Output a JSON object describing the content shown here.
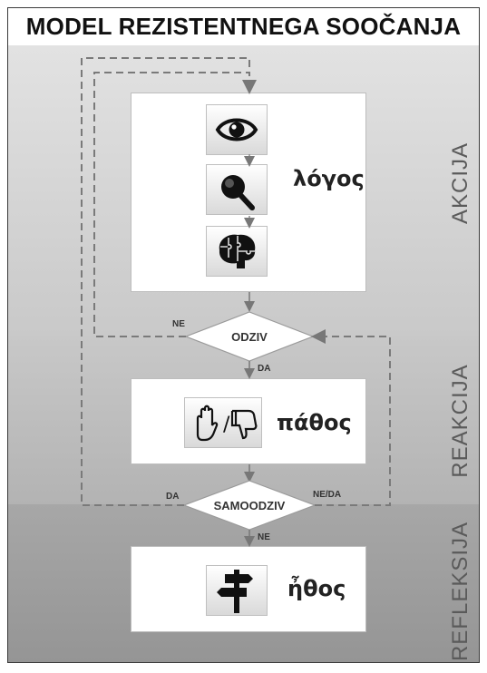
{
  "title": "MODEL REZISTENTNEGA SOOČANJA",
  "bands": {
    "akcija": "AKCIJA",
    "reakcija": "REAKCIJA",
    "refleksija": "REFLEKSIJA"
  },
  "panels": {
    "logos": {
      "label": "λόγος",
      "icons": [
        "eye-icon",
        "magnifier-icon",
        "brain-puzzle-icon"
      ]
    },
    "pathos": {
      "label": "πάθος",
      "icons": [
        "hand-stop-icon",
        "thumbs-down-icon"
      ],
      "separator": "/"
    },
    "ethos": {
      "label": "ἦθος",
      "icons": [
        "signpost-icon"
      ]
    }
  },
  "decisions": {
    "odziv": "ODZIV",
    "samoodziv": "SAMOODZIV"
  },
  "edge_labels": {
    "odziv_no": "NE",
    "odziv_yes": "DA",
    "samoodziv_left": "DA",
    "samoodziv_right": "NE/DA",
    "samoodziv_down": "NE"
  },
  "colors": {
    "band_akcija": "#d6d6d6",
    "band_reakcija": "#bdbdbd",
    "band_refleksija": "#9e9e9e",
    "arrow": "#777777",
    "dashed": "#7a7a7a"
  }
}
